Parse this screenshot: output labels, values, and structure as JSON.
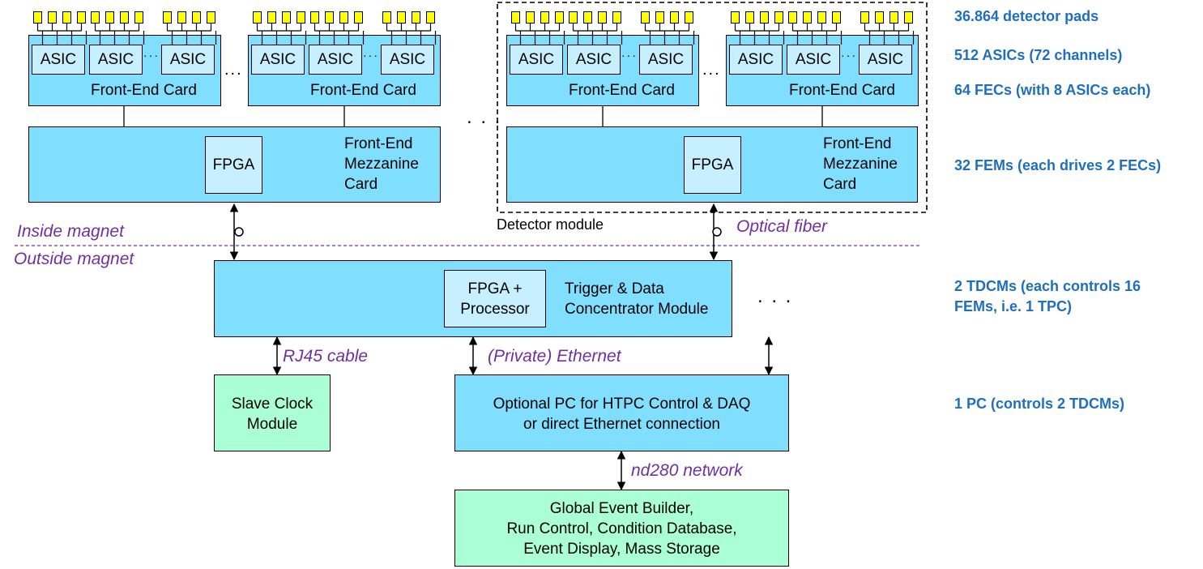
{
  "labels": {
    "asic": "ASIC",
    "fec": "Front-End Card",
    "fem_l1": "Front-End",
    "fem_l2": "Mezzanine",
    "fem_l3": "Card",
    "fpga": "FPGA",
    "detector_module": "Detector module",
    "fpga_proc_l1": "FPGA +",
    "fpga_proc_l2": "Processor",
    "tdcm_l1": "Trigger & Data",
    "tdcm_l2": "Concentrator Module",
    "slave_l1": "Slave Clock",
    "slave_l2": "Module",
    "pc_l1": "Optional PC for HTPC Control & DAQ",
    "pc_l2": "or direct Ethernet connection",
    "geb_l1": "Global Event Builder,",
    "geb_l2": "Run Control, Condition Database,",
    "geb_l3": "Event Display, Mass Storage",
    "ellipsis_small": "···",
    "ellipsis_mid": "...",
    "ellipsis_big": ". . ."
  },
  "annotations": {
    "inside_magnet": "Inside magnet",
    "outside_magnet": "Outside magnet",
    "optical_fiber": "Optical fiber",
    "rj45": "RJ45 cable",
    "ethernet": "(Private) Ethernet",
    "nd280": "nd280 network"
  },
  "side_notes": {
    "pads": "36.864 detector pads",
    "asics": "512 ASICs (72 channels)",
    "fecs": "64 FECs (with 8 ASICs each)",
    "fems": "32 FEMs (each drives 2 FECs)",
    "tdcm_l1": "2 TDCMs (each controls 16",
    "tdcm_l2": "FEMs, i.e. 1 TPC)",
    "pc": "1 PC (controls 2 TDCMs)"
  },
  "colors": {
    "module_fill": "#80dfff",
    "chip_fill": "#c6f0ff",
    "green_fill": "#aaffd4",
    "pad_fill": "#ffff00",
    "annotation_purple": "#7030a0",
    "side_note_blue": "#1f6fc0"
  }
}
